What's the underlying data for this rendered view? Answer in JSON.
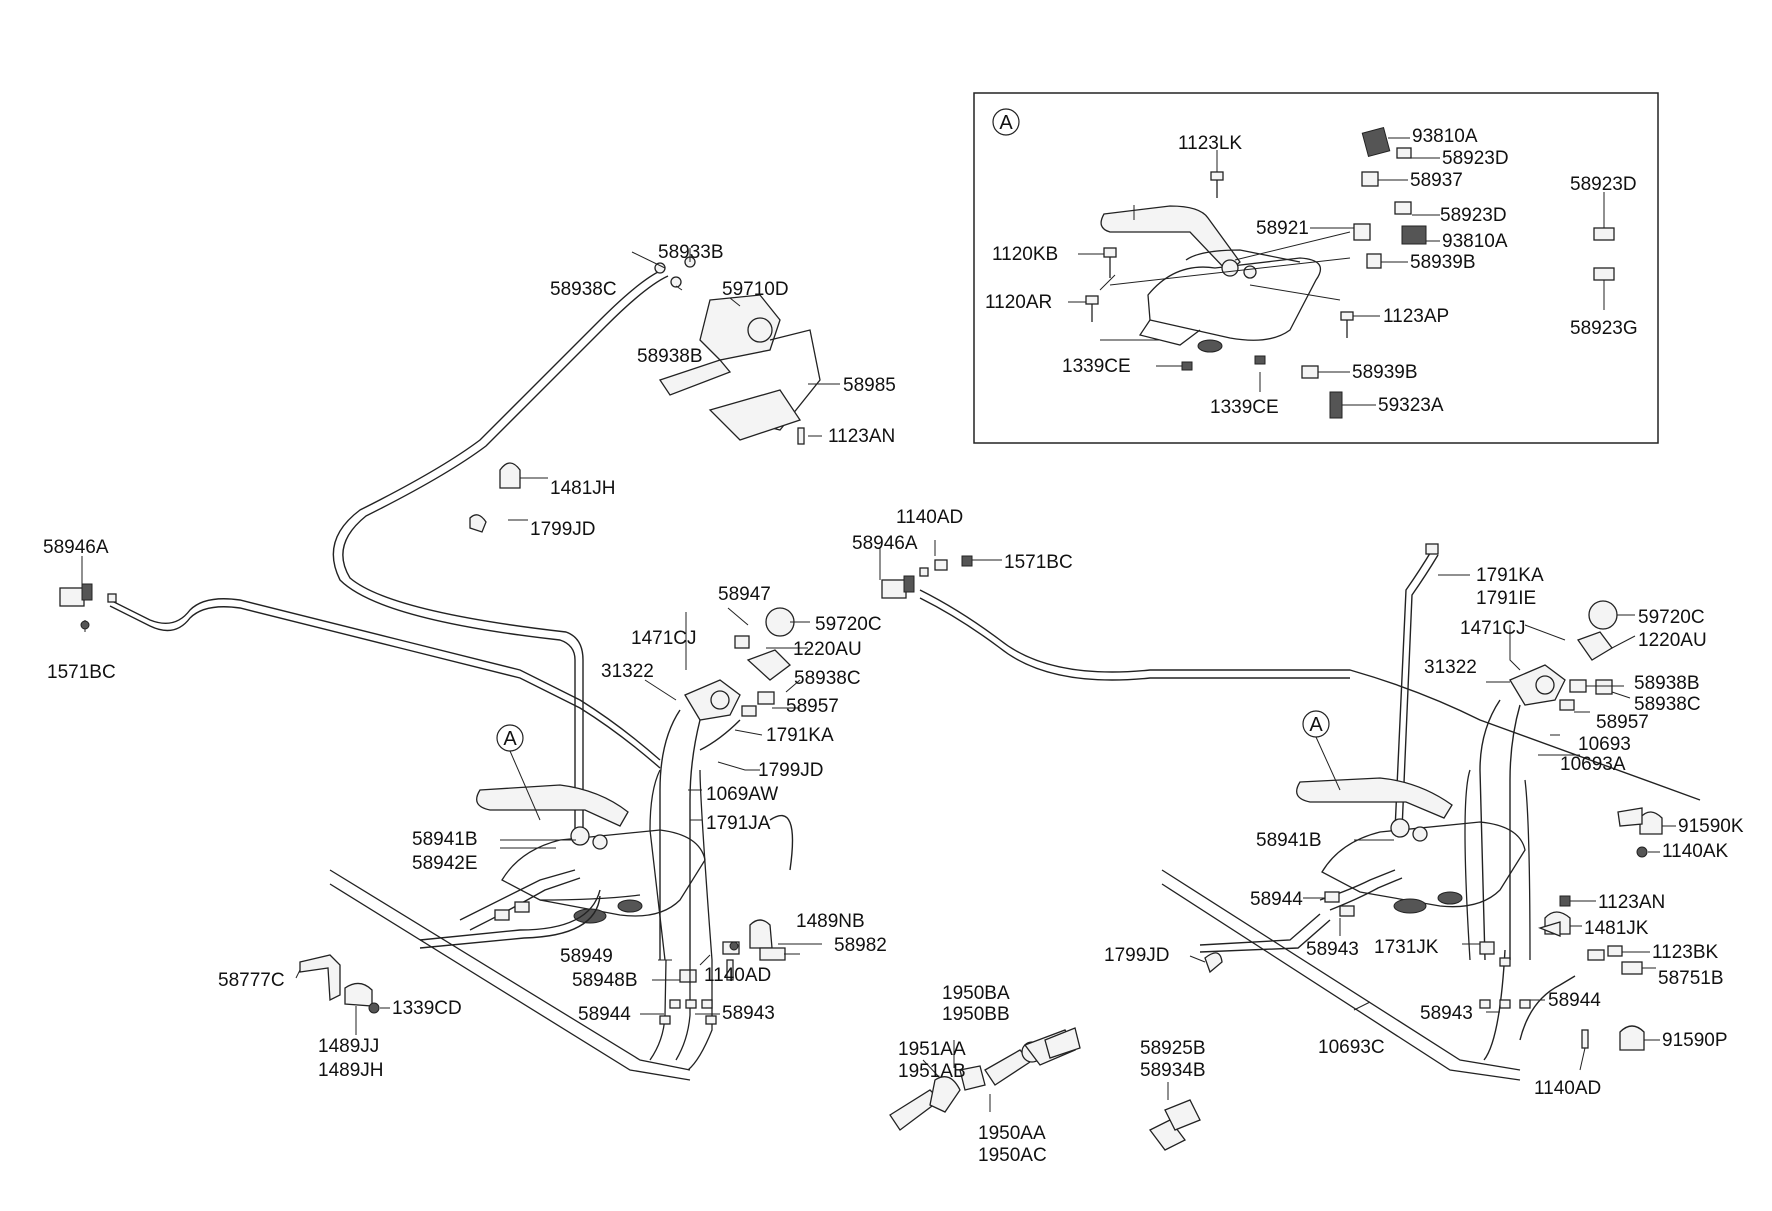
{
  "diagram": {
    "detail_marker": "A",
    "labels": {
      "l_1123LK": "1123LK",
      "l_93810A_1": "93810A",
      "l_58923D_1": "58923D",
      "l_58937": "58937",
      "l_58921": "58921",
      "l_58923D_2": "58923D",
      "l_93810A_2": "93810A",
      "l_1120KB": "1120KB",
      "l_58939B_1": "58939B",
      "l_1120AR": "1120AR",
      "l_1123AP": "1123AP",
      "l_1339CE_1": "1339CE",
      "l_58939B_2": "58939B",
      "l_1339CE_2": "1339CE",
      "l_59323A": "59323A",
      "l_58923D_3": "58923D",
      "l_58923G": "58923G",
      "l_58933B": "58933B",
      "l_58938C_1": "58938C",
      "l_59710D": "59710D",
      "l_58938B_1": "58938B",
      "l_58985": "58985",
      "l_1123AN_1": "1123AN",
      "l_1481JH": "1481JH",
      "l_1799JD_1": "1799JD",
      "l_58946A_1": "58946A",
      "l_1571BC_1": "1571BC",
      "l_58947": "58947",
      "l_1471CJ_1": "1471CJ",
      "l_59720C_1": "59720C",
      "l_1220AU_1": "1220AU",
      "l_31322_1": "31322",
      "l_58938C_2": "58938C",
      "l_58957_1": "58957",
      "l_1791KA_1": "1791KA",
      "l_1799JD_2": "1799JD",
      "l_1069AW": "1069AW",
      "l_1791JA": "1791JA",
      "l_58941B_1": "58941B",
      "l_58942E": "58942E",
      "l_1489NB": "1489NB",
      "l_58982": "58982",
      "l_58949": "58949",
      "l_58948B": "58948B",
      "l_1140AD_1": "1140AD",
      "l_58777C": "58777C",
      "l_1339CD": "1339CD",
      "l_58944_1": "58944",
      "l_58943_1": "58943",
      "l_1489JJ": "1489JJ",
      "l_1489JH": "1489JH",
      "l_1140AD_2": "1140AD",
      "l_58946A_2": "58946A",
      "l_1571BC_2": "1571BC",
      "l_1791KA_2": "1791KA",
      "l_1791IE": "1791IE",
      "l_1471CJ_2": "1471CJ",
      "l_59720C_2": "59720C",
      "l_1220AU_2": "1220AU",
      "l_31322_2": "31322",
      "l_58938B_2": "58938B",
      "l_58938C_3": "58938C",
      "l_58957_2": "58957",
      "l_10693": "10693",
      "l_10693A": "10693A",
      "l_91590K": "91590K",
      "l_1140AK": "1140AK",
      "l_58941B_2": "58941B",
      "l_58944_2": "58944",
      "l_1123AN_2": "1123AN",
      "l_1481JK": "1481JK",
      "l_1799JD_3": "1799JD",
      "l_58943_2": "58943",
      "l_1731JK": "1731JK",
      "l_1123BK": "1123BK",
      "l_58751B": "58751B",
      "l_58943_3": "58943",
      "l_58944_3": "58944",
      "l_10693C": "10693C",
      "l_91590P": "91590P",
      "l_1140AD_3": "1140AD",
      "l_1950BA": "1950BA",
      "l_1950BB": "1950BB",
      "l_1951AA": "1951AA",
      "l_1951AB": "1951AB",
      "l_1950AA": "1950AA",
      "l_1950AC": "1950AC",
      "l_58925B": "58925B",
      "l_58934B": "58934B"
    }
  }
}
